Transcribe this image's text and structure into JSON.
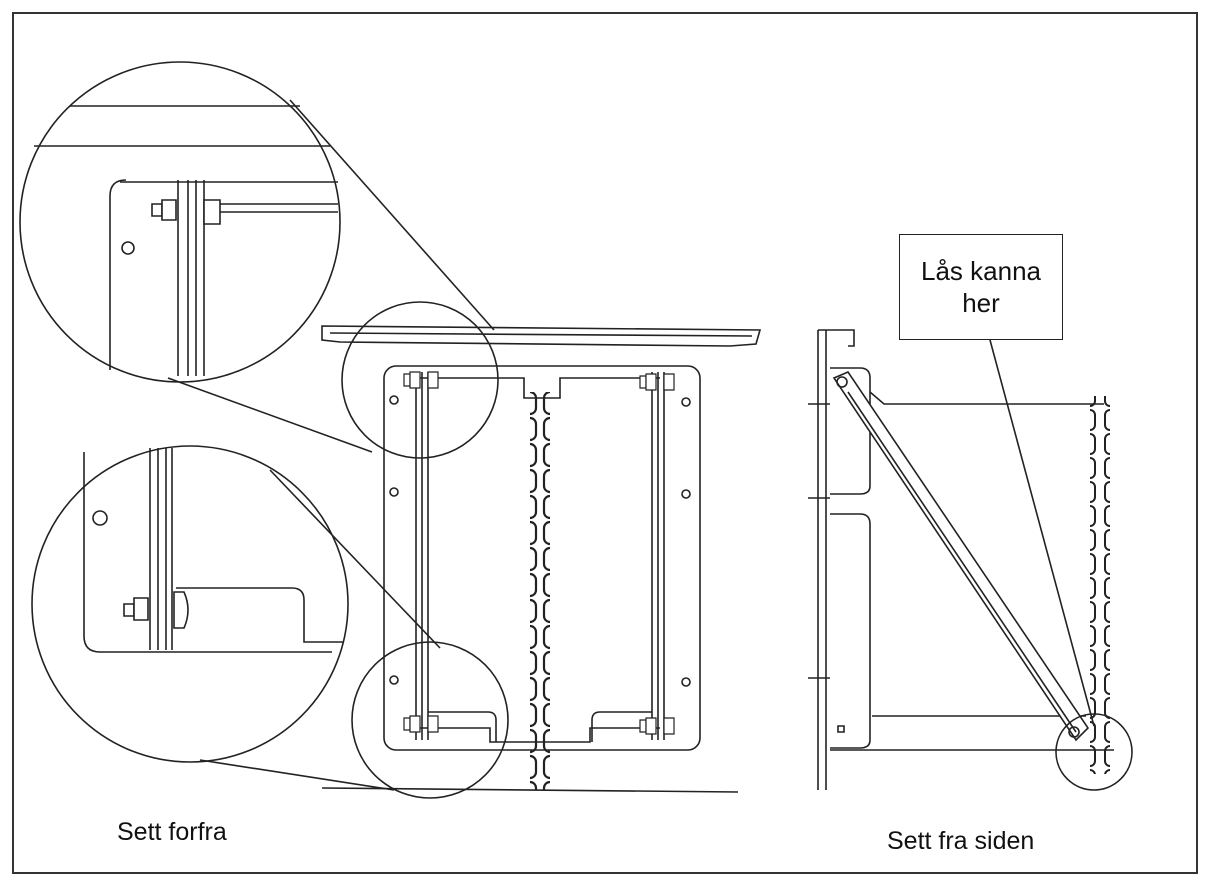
{
  "labels": {
    "front_view": "Sett forfra",
    "side_view": "Sett fra siden",
    "callout_line1": "Lås kanna",
    "callout_line2": "her"
  }
}
